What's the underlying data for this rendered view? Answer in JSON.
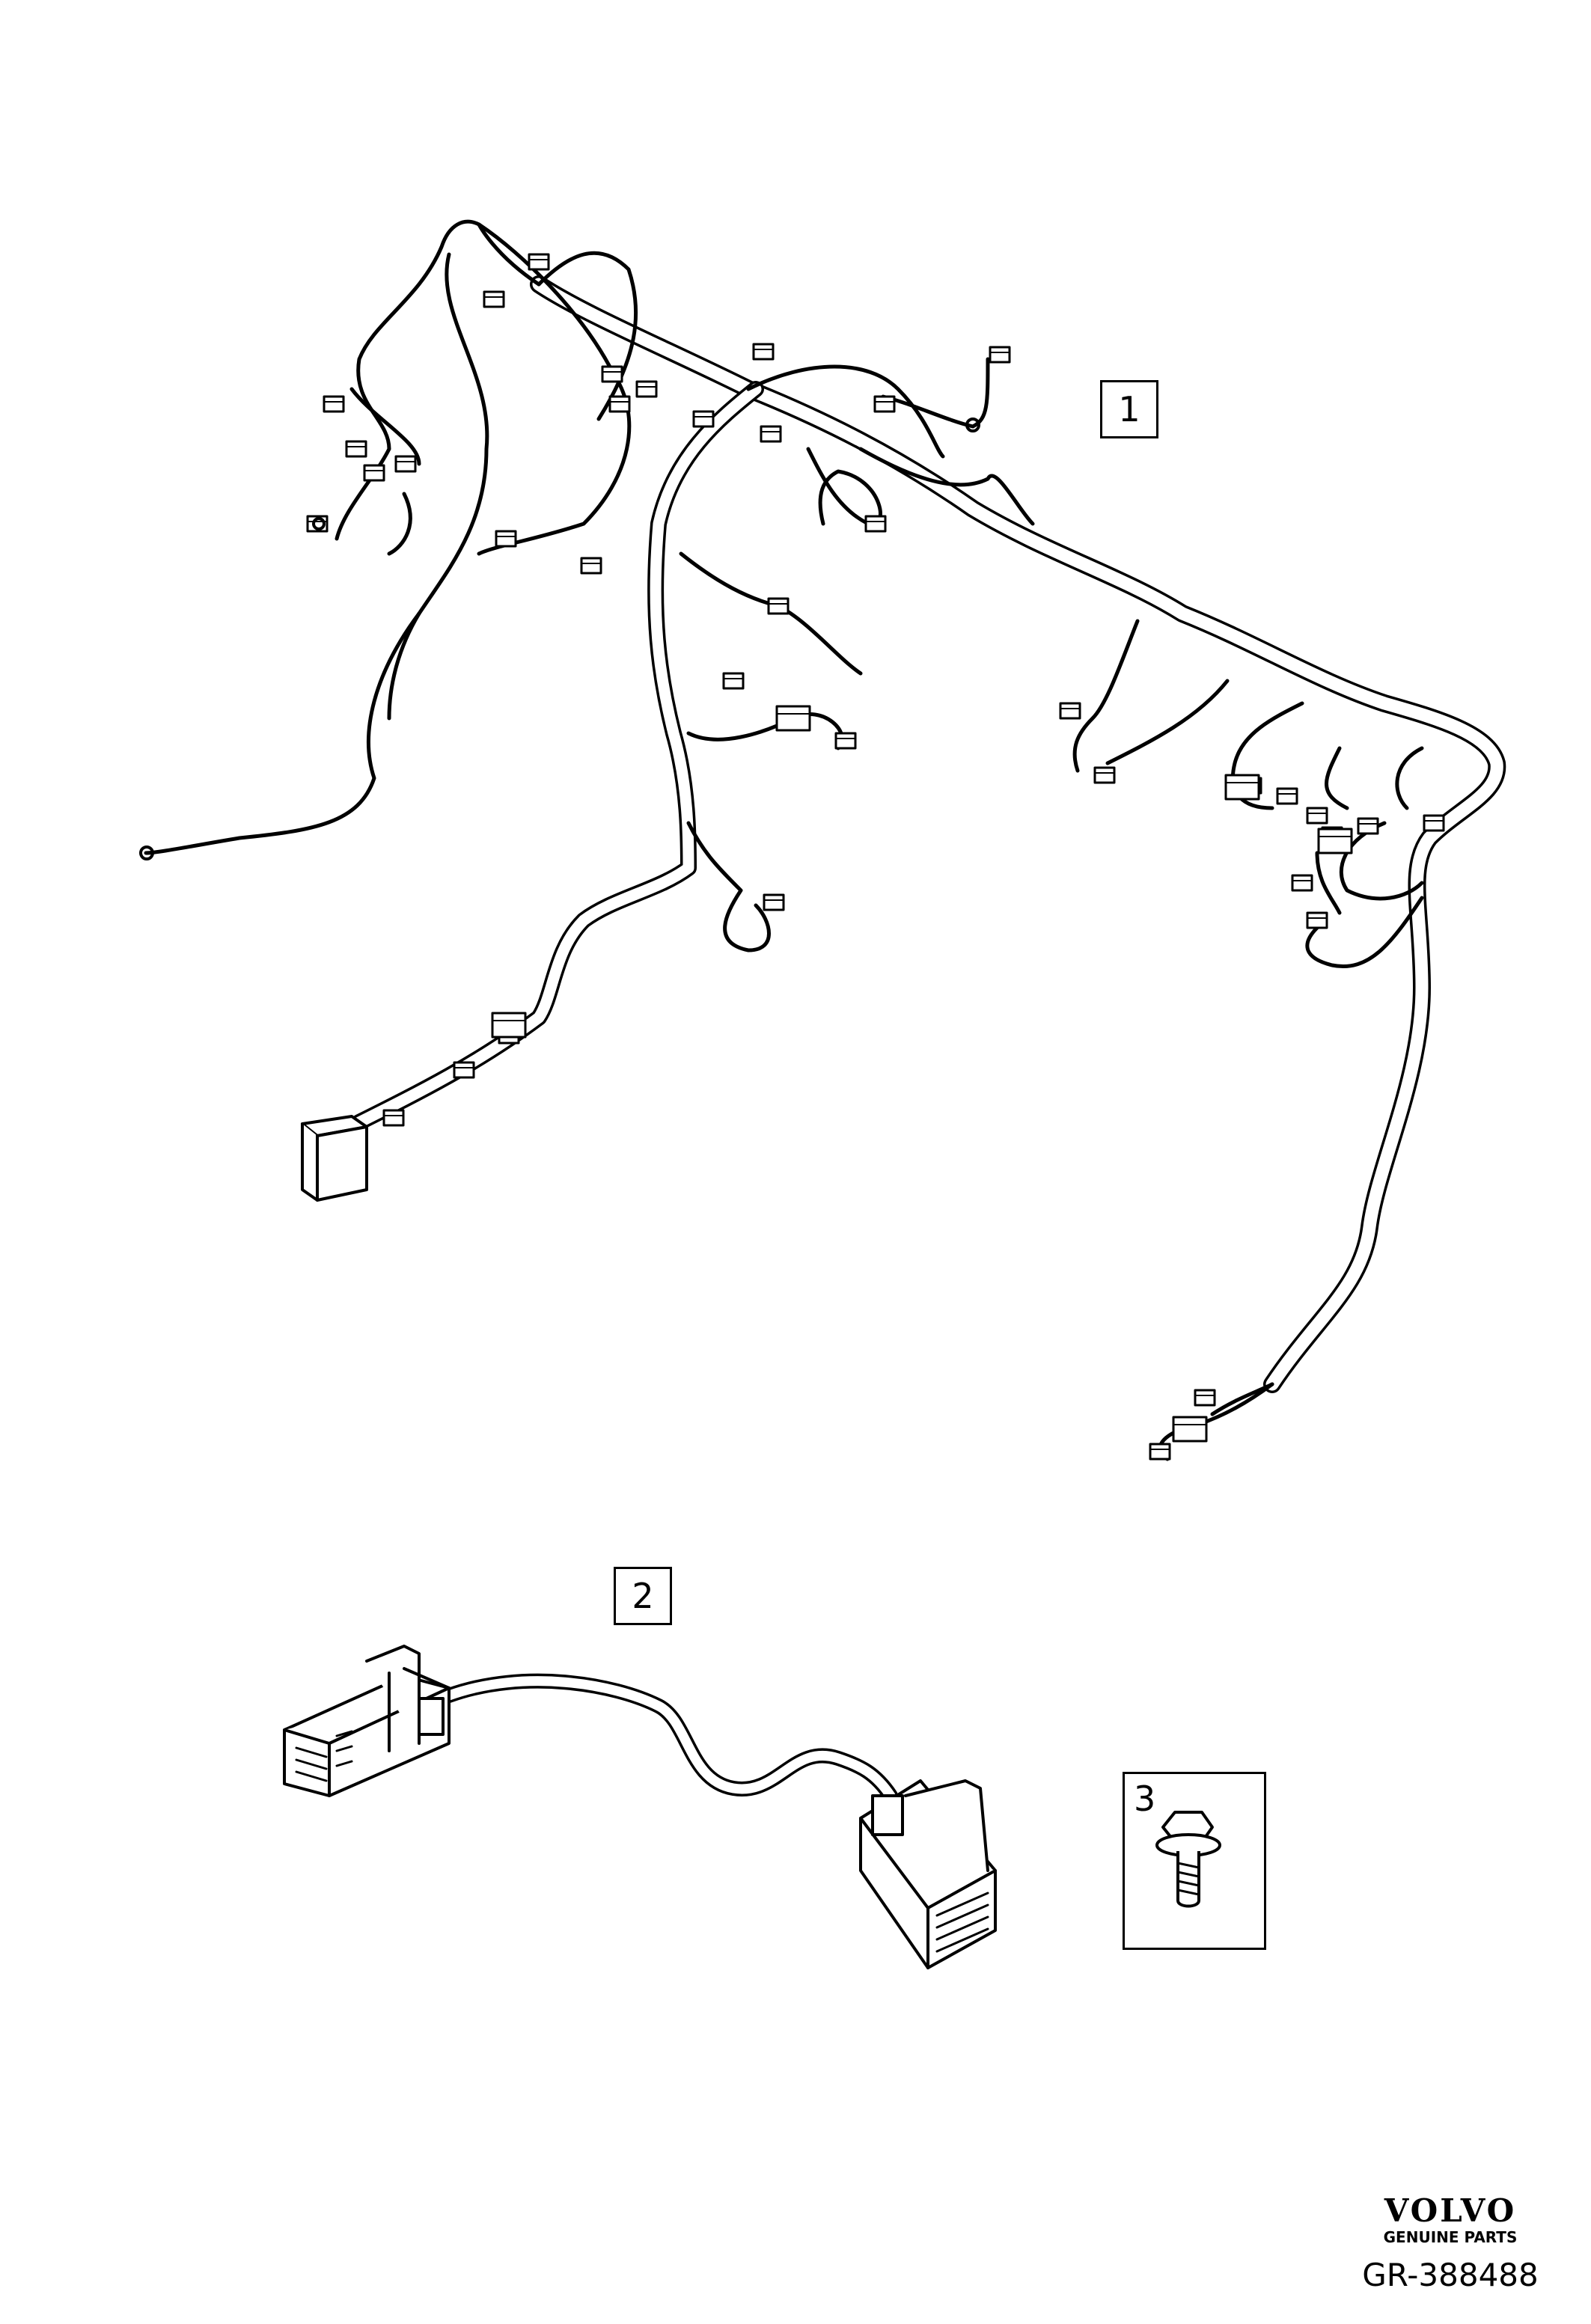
{
  "callouts": {
    "part1": "1",
    "part2": "2",
    "part3": "3"
  },
  "brand": {
    "name": "VOLVO",
    "tagline": "GENUINE PARTS"
  },
  "reference": "GR-388488",
  "colors": {
    "line": "#000000",
    "background": "#ffffff"
  }
}
